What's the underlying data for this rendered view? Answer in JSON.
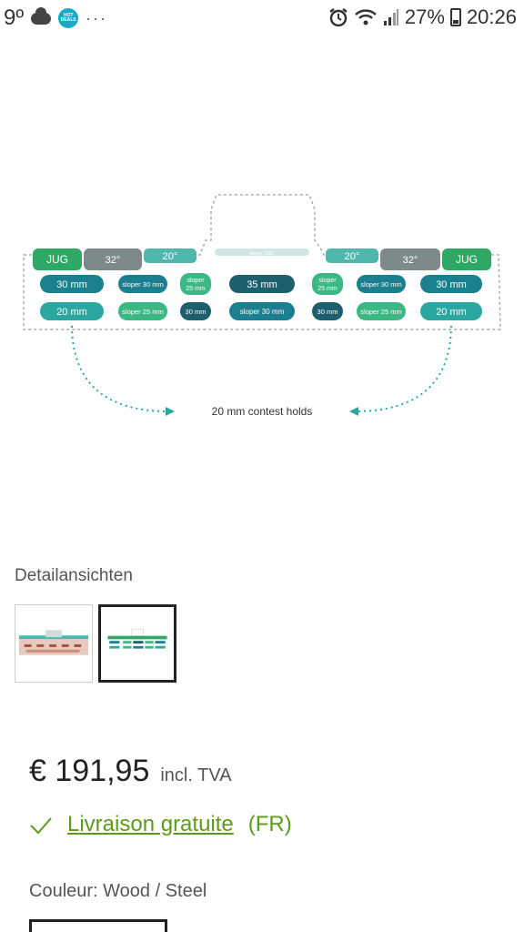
{
  "status_bar": {
    "temperature": "9º",
    "app_badge": "HOT DEALS",
    "more": "···",
    "battery_percent": "27%",
    "time": "20:26"
  },
  "diagram": {
    "labels": {
      "jug": "JUG",
      "deg32": "32°",
      "deg20": "20°",
      "sloper_center": "sloper 2020",
      "mm30": "30 mm",
      "mm20": "20 mm",
      "mm35": "35 mm",
      "sloper30": "sloper 30 mm",
      "sloper25": "sloper 25 mm",
      "sloper25_line1": "sloper",
      "sloper25_line2": "25 mm",
      "caption": "20 mm contest holds"
    },
    "colors": {
      "green": "#2fa866",
      "grey": "#7d8a89",
      "teal": "#4fb7ab",
      "dark_teal": "#1d5f6d",
      "teal_blue": "#1a7f8e",
      "mint": "#3cb884"
    }
  },
  "detail": {
    "title": "Detailansichten"
  },
  "price": {
    "amount": "€ 191,95",
    "tax": "incl. TVA"
  },
  "shipping": {
    "link": "Livraison gratuite",
    "suffix": "(FR)",
    "color": "#5c9b1c"
  },
  "color_choice": {
    "label": "Couleur: Wood / Steel"
  }
}
